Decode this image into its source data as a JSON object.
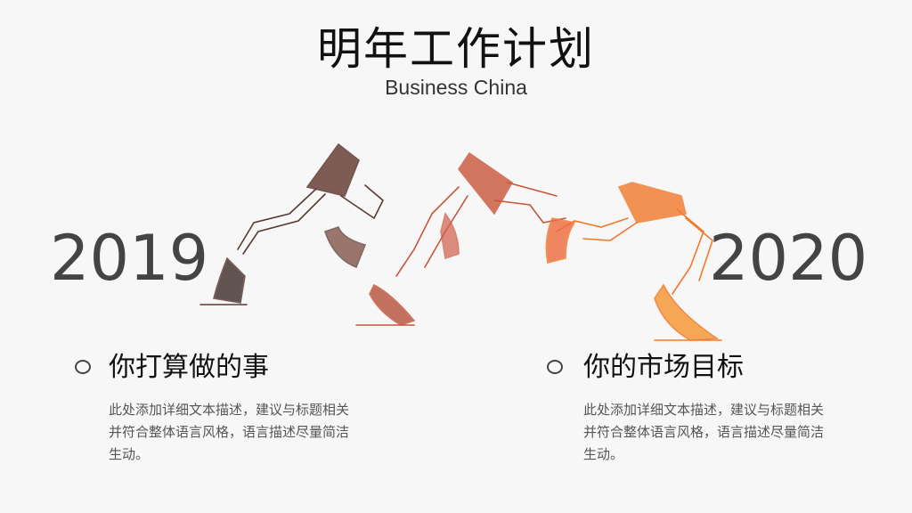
{
  "title": "明年工作计划",
  "subtitle": "Business China",
  "years": {
    "left": "2019",
    "right": "2020"
  },
  "colors": {
    "runner_dark": "#5a3a34",
    "runner_mid": "#c9553a",
    "runner_light": "#f07a2c"
  },
  "sections": [
    {
      "icon": "circle-bullet-icon",
      "title": "你打算做的事",
      "description": "此处添加详细文本描述，建议与标题相关并符合整体语言风格，语言描述尽量简洁生动。"
    },
    {
      "icon": "circle-bullet-icon",
      "title": "你的市场目标",
      "description": "此处添加详细文本描述，建议与标题相关并符合整体语言风格，语言描述尽量简洁生动。"
    }
  ]
}
